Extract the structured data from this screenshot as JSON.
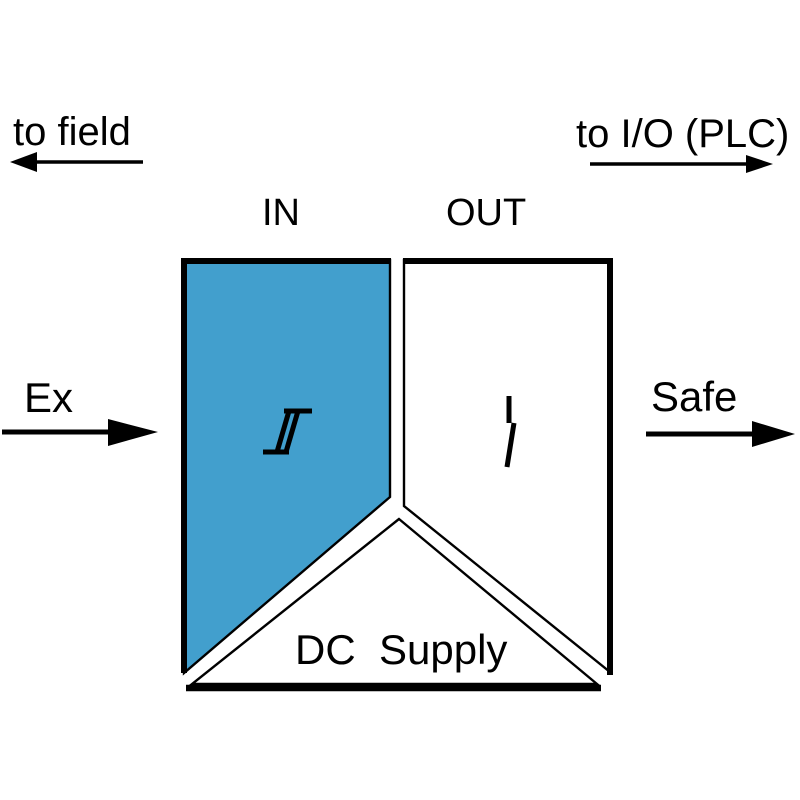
{
  "diagram": {
    "colors": {
      "background": "#ffffff",
      "line": "#000000",
      "in_region_fill": "#429fcd",
      "out_region_fill": "#ffffff",
      "supply_region_fill": "#ffffff"
    },
    "field_side": {
      "direction_label": "to field",
      "signal_label": "Ex"
    },
    "plc_side": {
      "direction_label": "to I/O (PLC)",
      "signal_label": "Safe"
    },
    "barrier": {
      "in_channel": {
        "label": "IN",
        "icon": "hysteresis-icon"
      },
      "out_channel": {
        "label": "OUT",
        "icon": "switch-contact-icon"
      },
      "supply": {
        "label": "DC  Supply"
      }
    }
  }
}
